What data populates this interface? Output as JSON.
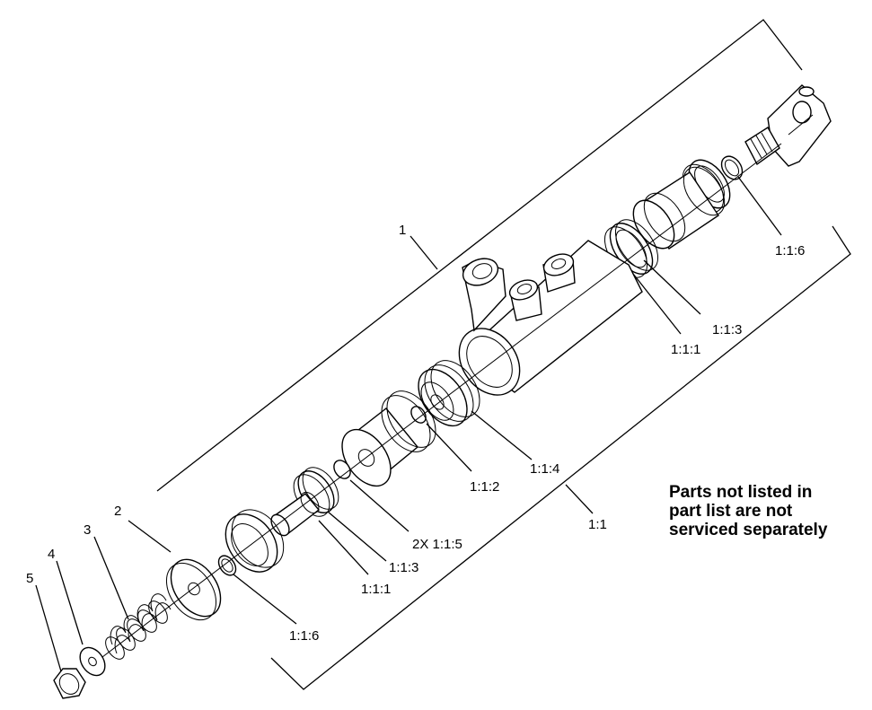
{
  "callouts": {
    "c1": "1",
    "c2": "2",
    "c3": "3",
    "c4": "4",
    "c5": "5",
    "c1_1": "1:1",
    "c116_top": "1:1:6",
    "c113_top": "1:1:3",
    "c111_top": "1:1:1",
    "c114": "1:1:4",
    "c112": "1:1:2",
    "c115": "2X 1:1:5",
    "c113_bot": "1:1:3",
    "c111_bot": "1:1:1",
    "c116_bot": "1:1:6"
  },
  "note": {
    "line1": "Parts not listed in",
    "line2": "part list are not",
    "line3": "serviced separately"
  }
}
